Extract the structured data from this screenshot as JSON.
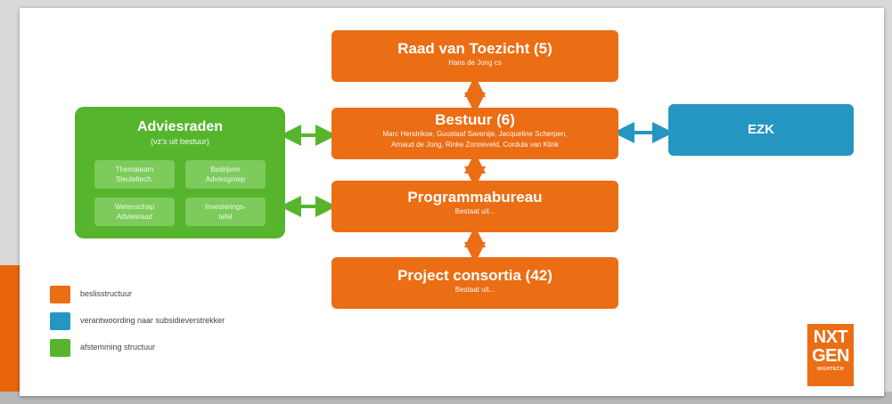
{
  "diagram": {
    "raad": {
      "title": "Raad van Toezicht (5)",
      "sub": "Hans de Jong cs"
    },
    "bestuur": {
      "title": "Bestuur (6)",
      "sub_line1": "Marc Hendrikse, Guustaaf Savenije, Jacqueline Scherpen,",
      "sub_line2": "Arnaud de Jong, Rinke Zonneveld, Cordula van Klink"
    },
    "programmabureau": {
      "title": "Programmabureau",
      "sub": "Bestaat uit..."
    },
    "project": {
      "title": "Project consortia (42)",
      "sub": "Bestaat uit..."
    },
    "ezk": {
      "title": "EZK"
    },
    "adviesraden": {
      "title": "Adviesraden",
      "sub": "(vz's uit bestuur)",
      "items": [
        {
          "line1": "Themateam",
          "line2": "Sleuteltech."
        },
        {
          "line1": "Bedrijven",
          "line2": "Adviesgroep"
        },
        {
          "line1": "Wetenschap",
          "line2": "Adviesraad"
        },
        {
          "line1": "Investerings-",
          "line2": "tafel"
        }
      ]
    }
  },
  "legend": [
    {
      "label": "beslisstructuur",
      "color": "#eb6d14"
    },
    {
      "label": "verantwoording naar subsidieverstrekker",
      "color": "#2596c1"
    },
    {
      "label": "afstemming structuur",
      "color": "#56b52d"
    }
  ],
  "logo": {
    "line1": "NXT",
    "line2": "GEN",
    "line3": "HIGHTECH"
  },
  "colors": {
    "orange": "#eb6d14",
    "green": "#56b52d",
    "blue": "#2596c1"
  }
}
